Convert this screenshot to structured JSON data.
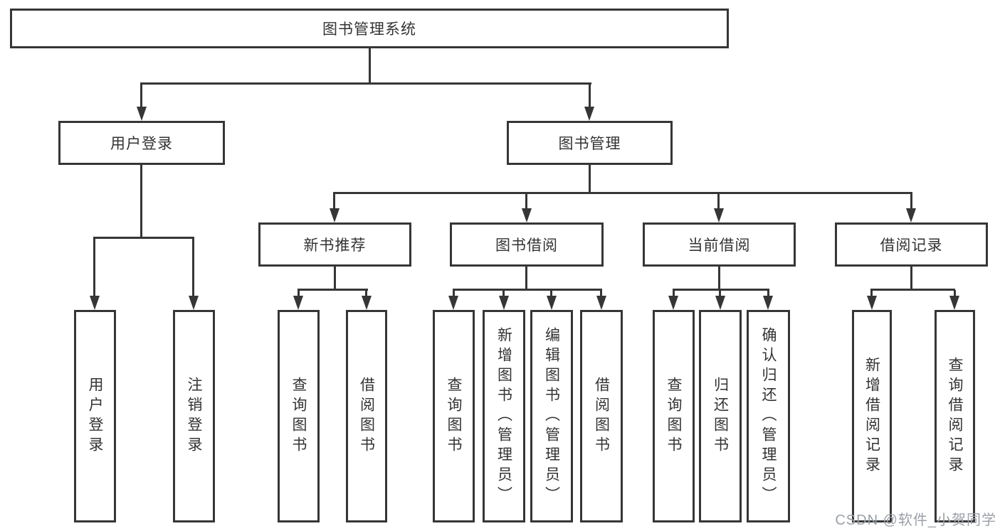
{
  "colors": {
    "line": "#363636",
    "box_border": "#363636",
    "text": "#333333",
    "background": "#ffffff",
    "watermark": "#9aa0a8"
  },
  "tree": {
    "root": "图书管理系统",
    "branches": [
      {
        "label": "用户登录",
        "children": [
          {
            "label": "用户登录"
          },
          {
            "label": "注销登录"
          }
        ]
      },
      {
        "label": "图书管理",
        "children": [
          {
            "label": "新书推荐",
            "children": [
              {
                "label": "查询图书"
              },
              {
                "label": "借阅图书"
              }
            ]
          },
          {
            "label": "图书借阅",
            "children": [
              {
                "label": "查询图书"
              },
              {
                "label": "新增图书（管理员）"
              },
              {
                "label": "编辑图书（管理员）"
              },
              {
                "label": "借阅图书"
              }
            ]
          },
          {
            "label": "当前借阅",
            "children": [
              {
                "label": "查询图书"
              },
              {
                "label": "归还图书"
              },
              {
                "label": "确认归还（管理员）"
              }
            ]
          },
          {
            "label": "借阅记录",
            "children": [
              {
                "label": "新增借阅记录"
              },
              {
                "label": "查询借阅记录"
              }
            ]
          }
        ]
      }
    ]
  },
  "watermark": {
    "text": "CSDN @软件_小贺同学"
  }
}
